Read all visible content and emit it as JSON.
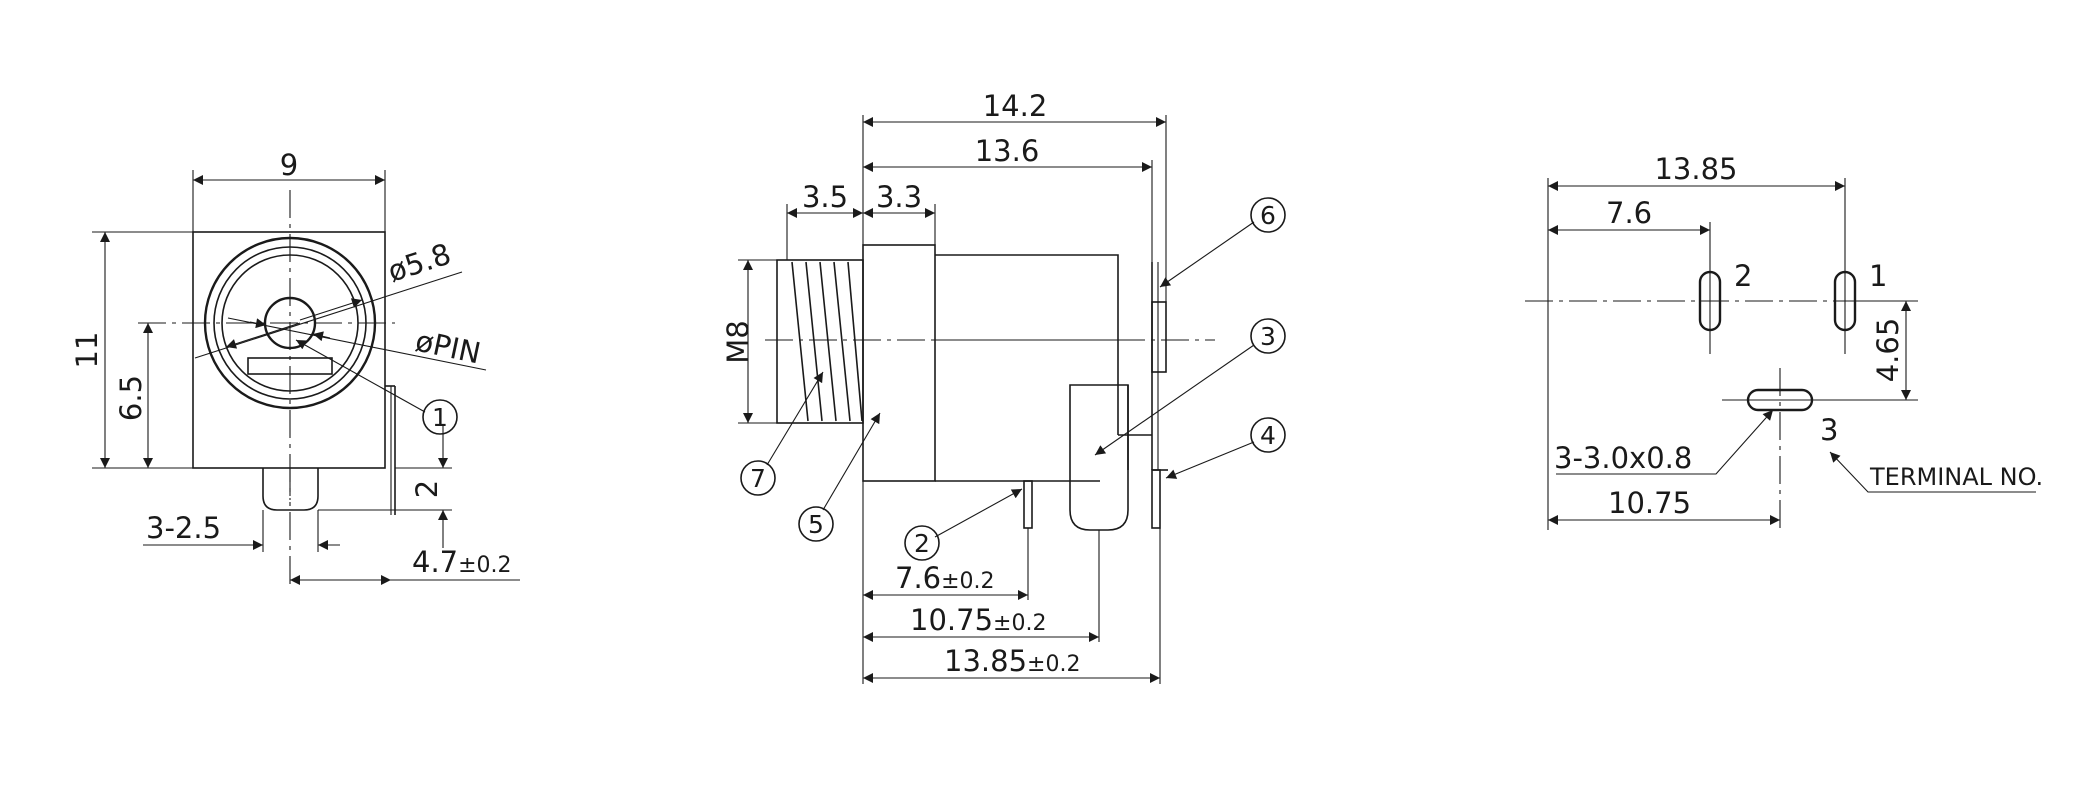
{
  "front_view": {
    "dims": {
      "width": "9",
      "height": "11",
      "center_height": "6.5",
      "bore_dia": "ø5.8",
      "pin_dia": "øPIN",
      "pin_offset": "2",
      "pin_width": "3-2.5",
      "pin_pos": "4.7",
      "pin_pos_tol": "±0.2"
    },
    "callouts": [
      "1"
    ]
  },
  "side_view": {
    "dims": {
      "overall": "14.2",
      "body": "13.6",
      "thread_len": "3.5",
      "flange_len": "3.3",
      "thread": "M8",
      "pin2_pos": "7.6",
      "pin3_pos": "10.75",
      "pin1_pos": "13.85",
      "tol": "±0.2"
    },
    "callouts": [
      "2",
      "3",
      "4",
      "5",
      "6",
      "7"
    ]
  },
  "footprint": {
    "dims": {
      "overall": "13.85",
      "pin2": "7.6",
      "pin3": "10.75",
      "offset": "4.65",
      "slot": "3-3.0x0.8"
    },
    "terminals": [
      "1",
      "2",
      "3"
    ],
    "terminal_label": "TERMINAL NO."
  }
}
